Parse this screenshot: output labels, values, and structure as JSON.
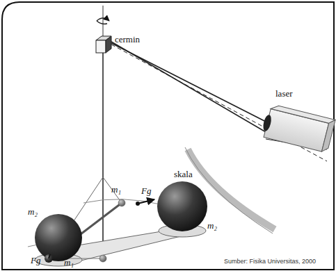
{
  "diagram": {
    "labels": [
      "cermin",
      "laser",
      "m₁",
      "Fg",
      "m₂",
      "m₂",
      "Fg",
      "m₁",
      "skala",
      "Sumber: Fisika Universitas, 2000"
    ]
  }
}
